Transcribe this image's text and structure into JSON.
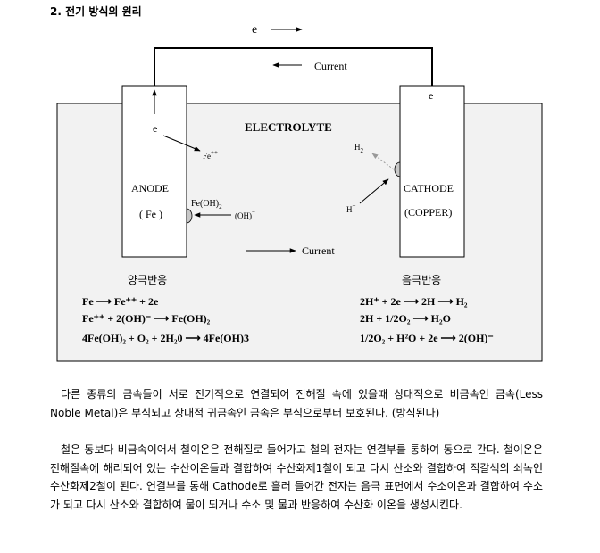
{
  "section_title": "2.  전기 방식의 원리",
  "diagram": {
    "e_top": "e",
    "current_top": "Current",
    "e_cathode": "e",
    "e_anode": "e",
    "electrolyte": "ELECTROLYTE",
    "fe_ion": "Fe",
    "fe_ion_sup": "++",
    "h2": "H",
    "h2_sub": "2",
    "anode_label": "ANODE",
    "anode_material": "( Fe )",
    "cathode_label": "CATHODE",
    "cathode_material": "(COPPER)",
    "feoh2": "Fe(OH)",
    "feoh2_sub": "2",
    "oh_minus": "(OH)",
    "oh_minus_sup": "−",
    "h_plus": "H",
    "h_plus_sup": "+",
    "current_bottom": "Current",
    "anode_reaction_title": "양극반응",
    "cathode_reaction_title": "음극반응",
    "anode_reactions": [
      "Fe ⟶ Fe⁺⁺ + 2e",
      "Fe⁺⁺ + 2(OH)⁻ ⟶ Fe(OH)₂",
      "4Fe(OH)₂ + O₂ + 2H₂0 ⟶ 4Fe(OH)3"
    ],
    "cathode_reactions": [
      "2H⁺ + 2e ⟶ 2H ⟶ H₂",
      "2H + 1/2O₂ ⟶ H₂O",
      "1/2O₂ + H²O + 2e ⟶ 2(OH)⁻"
    ]
  },
  "paragraphs": [
    "다른 종류의 금속들이 서로 전기적으로 연결되어 전해질 속에 있을때 상대적으로 비금속인 금속(Less Noble Metal)은 부식되고 상대적 귀금속인 금속은 부식으로부터 보호된다. (방식된다)",
    "철은 동보다 비금속이어서 철이온은 전해질로 들어가고 철의 전자는 연결부를 통하여 동으로 간다. 철이온은 전해질속에 해리되어 있는 수산이온들과 결합하여 수산화제1철이 되고 다시 산소와 결합하여 적갈색의 쇠녹인 수산화제2철이 된다. 연결부를 통해 Cathode로 흘러 들어간 전자는 음극 표면에서 수소이온과 결합하여 수소가 되고 다시 산소와 결합하여 물이 되거나 수소 및 물과 반응하여 수산화 이온을 생성시킨다."
  ]
}
